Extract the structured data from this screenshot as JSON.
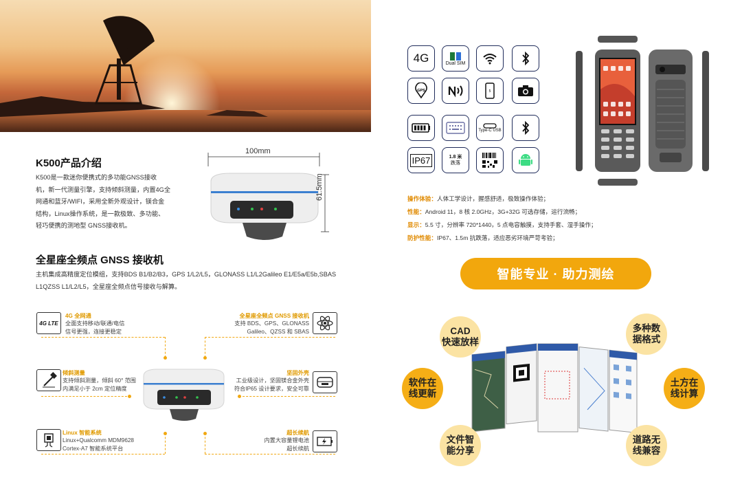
{
  "left": {
    "product_title": "K500产品介绍",
    "intro_lines": [
      "K500是一款迷你便携式的多功能GNSS接收",
      "机，新一代测量引擎，支持倾斜测量，内置4G全",
      "网通和蓝牙/WIFI，采用全新外观设计，镁合金",
      "结构，Linux操作系统，是一款极致、多功能、",
      "轻巧便携的测地型 GNSS接收机。"
    ],
    "dim_width": "100mm",
    "dim_height": "61.5mm",
    "gnss_title": "全星座全频点 GNSS 接收机",
    "gnss_lines": [
      "主机集成高精度定位模组，支持BDS B1/B2/B3，GPS 1/L2/L5，GLONASS L1/L2Galileo E1/E5a/E5b,SBAS",
      "L1QZSS L1/L2/L5，全星座全频点信号接收与解算。"
    ],
    "features": {
      "f4g": {
        "title": "4G 全网通",
        "lines": [
          "全面支持移动/联通/电信",
          "信号更强，连接更稳定"
        ],
        "icon_text": "4G LTE"
      },
      "gnss": {
        "title": "全星座全频点 GNSS 接收机",
        "lines": [
          "支持 BDS、GPS、GLONASS",
          "Galileo、QZSS 和 SBAS"
        ]
      },
      "tilt": {
        "title": "倾斜测量",
        "lines": [
          "支持倾斜测量，倾斜 60° 范围",
          "内满足小于 2cm 定位精度"
        ]
      },
      "shell": {
        "title": "坚固外壳",
        "lines": [
          "工业级设计，坚固镁合金外壳",
          "符合IP65 设计要求，安全可靠"
        ]
      },
      "linux": {
        "title": "Linux 智能系统",
        "lines": [
          "Linux+Qualcomm MDM9628",
          "Cortex-A7 智能系统平台"
        ]
      },
      "battery": {
        "title": "超长续航",
        "lines": [
          "内置大容量锂电池",
          "超长续航"
        ]
      }
    }
  },
  "right": {
    "icons": {
      "g4": "4G",
      "dualsim": "Dual SIM",
      "typec": "Type-C USB",
      "ip67": "IP67",
      "drop": [
        "1.8 米",
        "跌落"
      ]
    },
    "specs": [
      {
        "label": "操作体验：",
        "text": "人体工学设计，握感舒适，极致操作体验；"
      },
      {
        "label": "性能：",
        "text": "Android 11，8 核 2.0GHz，3G+32G 可选存储，运行流畅；"
      },
      {
        "label": "显示：",
        "text": "5.5 寸，分辨率 720*1440，5 点电容触摸，支持手套、湿手操作；"
      },
      {
        "label": "防护性能：",
        "text": "IP67、1.5m 抗跌落，适应恶劣环境严苛考验；"
      }
    ],
    "banner": "智能专业 · 助力测绘",
    "circles": {
      "cad": [
        "CAD",
        "快速放样"
      ],
      "multi": [
        "多种数",
        "据格式"
      ],
      "update": [
        "软件在",
        "线更新"
      ],
      "earth": [
        "土方在",
        "线计算"
      ],
      "share": [
        "文件智",
        "能分享"
      ],
      "road": [
        "道路无",
        "线兼容"
      ]
    }
  },
  "colors": {
    "accent": "#f2a70d",
    "accent_light": "#fbe3a3",
    "icon_border": "#1f2b5a"
  }
}
